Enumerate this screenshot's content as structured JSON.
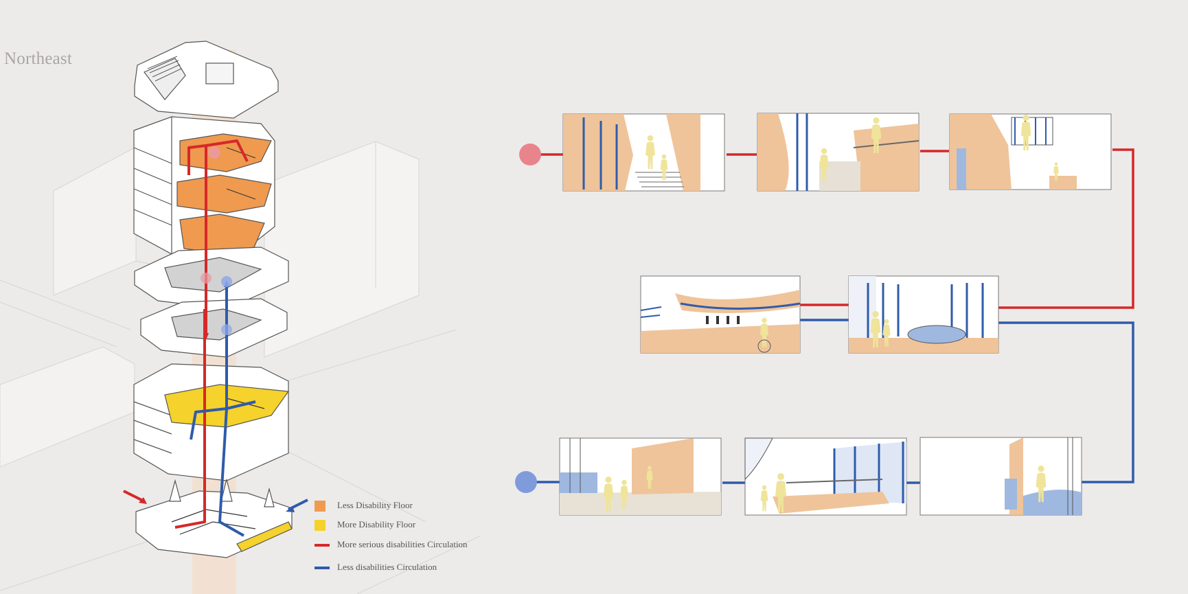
{
  "title": "Northeast",
  "legend": [
    {
      "label": "Less Disability Floor",
      "color": "#ef9a4f",
      "kind": "swatch"
    },
    {
      "label": "More Disability Floor",
      "color": "#f5d22c",
      "kind": "swatch"
    },
    {
      "label": "More serious disabilities Circulation",
      "color": "#d62828",
      "kind": "line"
    },
    {
      "label": "Less disabilities Circulation",
      "color": "#2f5bab",
      "kind": "line"
    }
  ],
  "colors": {
    "background": "#ecebea",
    "orange_floor": "#ef9a4f",
    "yellow_floor": "#f5d22c",
    "red_circulation": "#d62828",
    "blue_circulation": "#2f5bab",
    "start_red": "#e8848c",
    "start_blue": "#7f9bdb",
    "figure_yellow": "#efe49a",
    "wall_tan": "#efc49a",
    "wall_blue": "#9fb8e0"
  },
  "scenes": [
    {
      "id": "scene-1",
      "depicts": "stair"
    },
    {
      "id": "scene-2",
      "depicts": "ramp"
    },
    {
      "id": "scene-3",
      "depicts": "lift"
    },
    {
      "id": "scene-4",
      "depicts": "corridor"
    },
    {
      "id": "scene-5",
      "depicts": "pool"
    },
    {
      "id": "scene-6",
      "depicts": "lobby"
    },
    {
      "id": "scene-7",
      "depicts": "corridor"
    },
    {
      "id": "scene-8",
      "depicts": "lift"
    }
  ]
}
